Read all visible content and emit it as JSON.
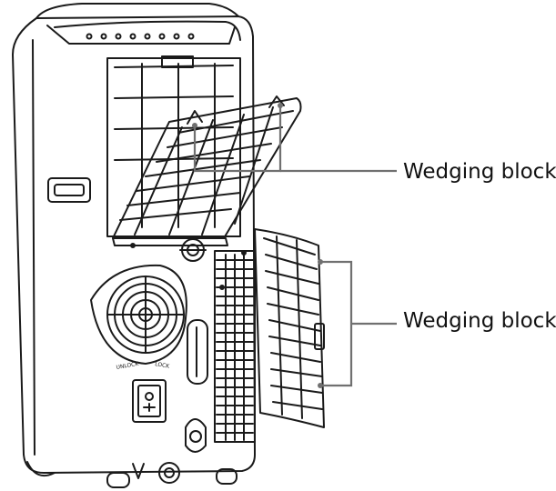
{
  "labels": {
    "wedging_block_upper": "Wedging block",
    "wedging_block_lower": "Wedging block",
    "knob_left": "UNLOCK",
    "knob_right": "LOCK"
  },
  "colors": {
    "line": "#1a1a1a",
    "leader": "#707070",
    "background": "#ffffff"
  }
}
